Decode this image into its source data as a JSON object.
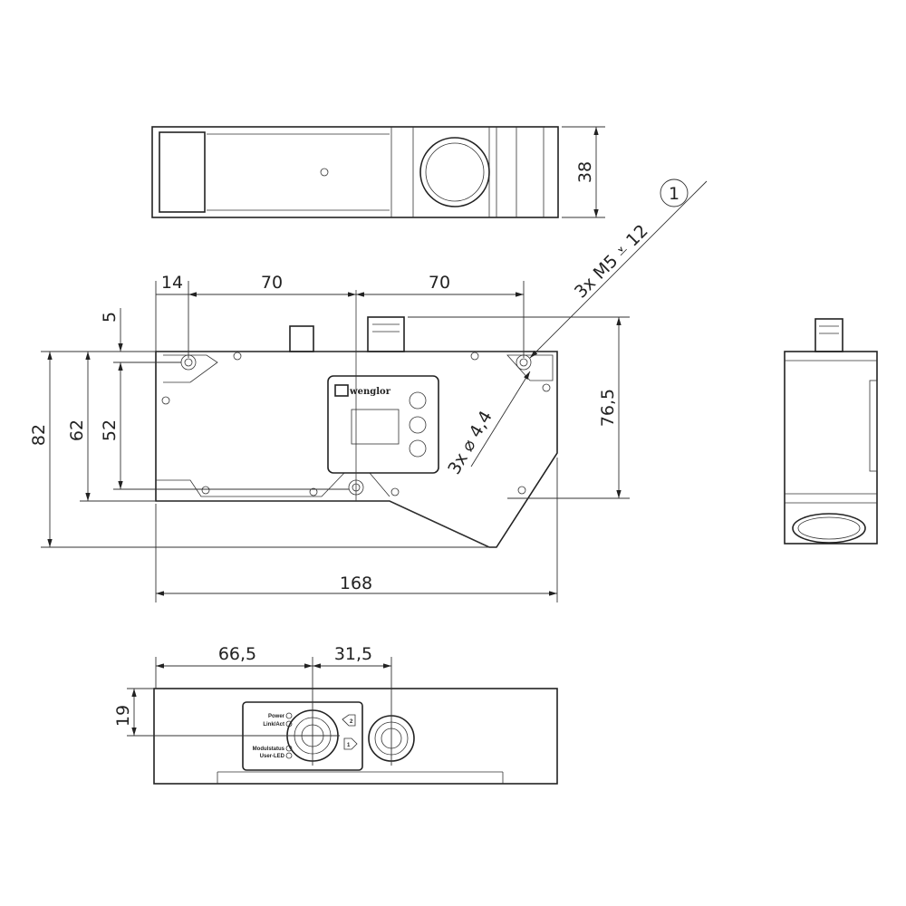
{
  "title": "wenglor device dimensional drawing",
  "dimensions": {
    "top_height": "38",
    "front_left_offset": "14",
    "front_span_1": "70",
    "front_span_2": "70",
    "front_hole_offset": "5",
    "front_total_height": "82",
    "front_body_height": "62",
    "front_hole_spacing": "52",
    "front_right_height": "76,5",
    "front_total_width": "168",
    "bottom_connector_1": "66,5",
    "bottom_connector_2": "31,5",
    "bottom_height": "19"
  },
  "annotations": {
    "thread": "3x M5 ⩡ 12",
    "callout_number": "1",
    "hole": "3x ⌀ 4,4"
  },
  "logo_text": "wenglor",
  "led_labels": [
    "Power",
    "Link/Act",
    "Modulstatus",
    "User-LED"
  ],
  "port_labels": [
    "2",
    "1"
  ]
}
